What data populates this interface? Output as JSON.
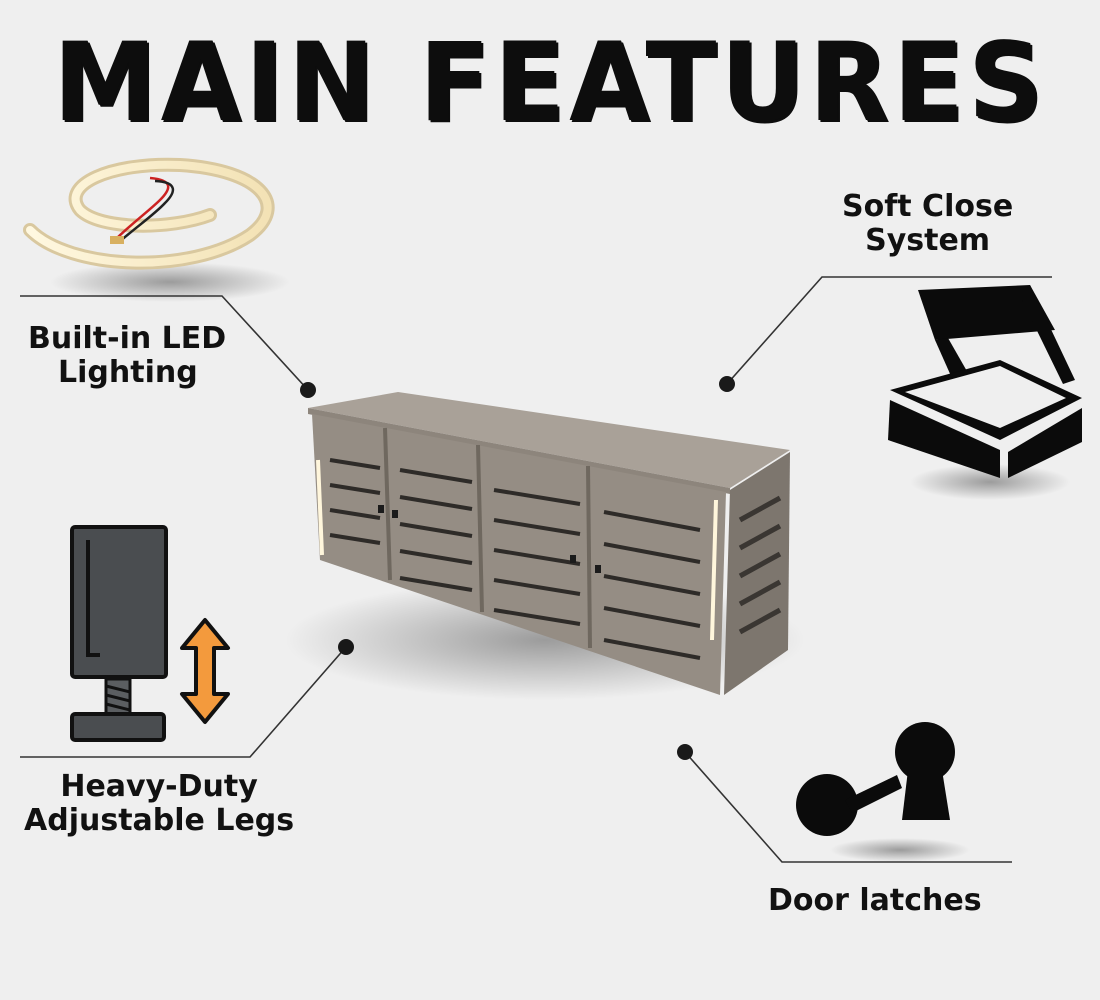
{
  "title": "MAIN FEATURES",
  "features": {
    "led": {
      "line1": "Built-in LED",
      "line2": "Lighting",
      "icon": "led-strip-icon"
    },
    "soft_close": {
      "line1": "Soft Close",
      "line2": "System",
      "icon": "open-box-icon"
    },
    "legs": {
      "line1": "Heavy-Duty",
      "line2": "Adjustable Legs",
      "icon": "adjustable-leg-icon"
    },
    "latches": {
      "line1": "Door latches",
      "icon": "keyhole-latch-icon"
    }
  },
  "colors": {
    "background": "#efefef",
    "text": "#111111",
    "cabinet": "#9c948b",
    "arrow": "#f39a3d",
    "leg": "#4a4d50"
  }
}
